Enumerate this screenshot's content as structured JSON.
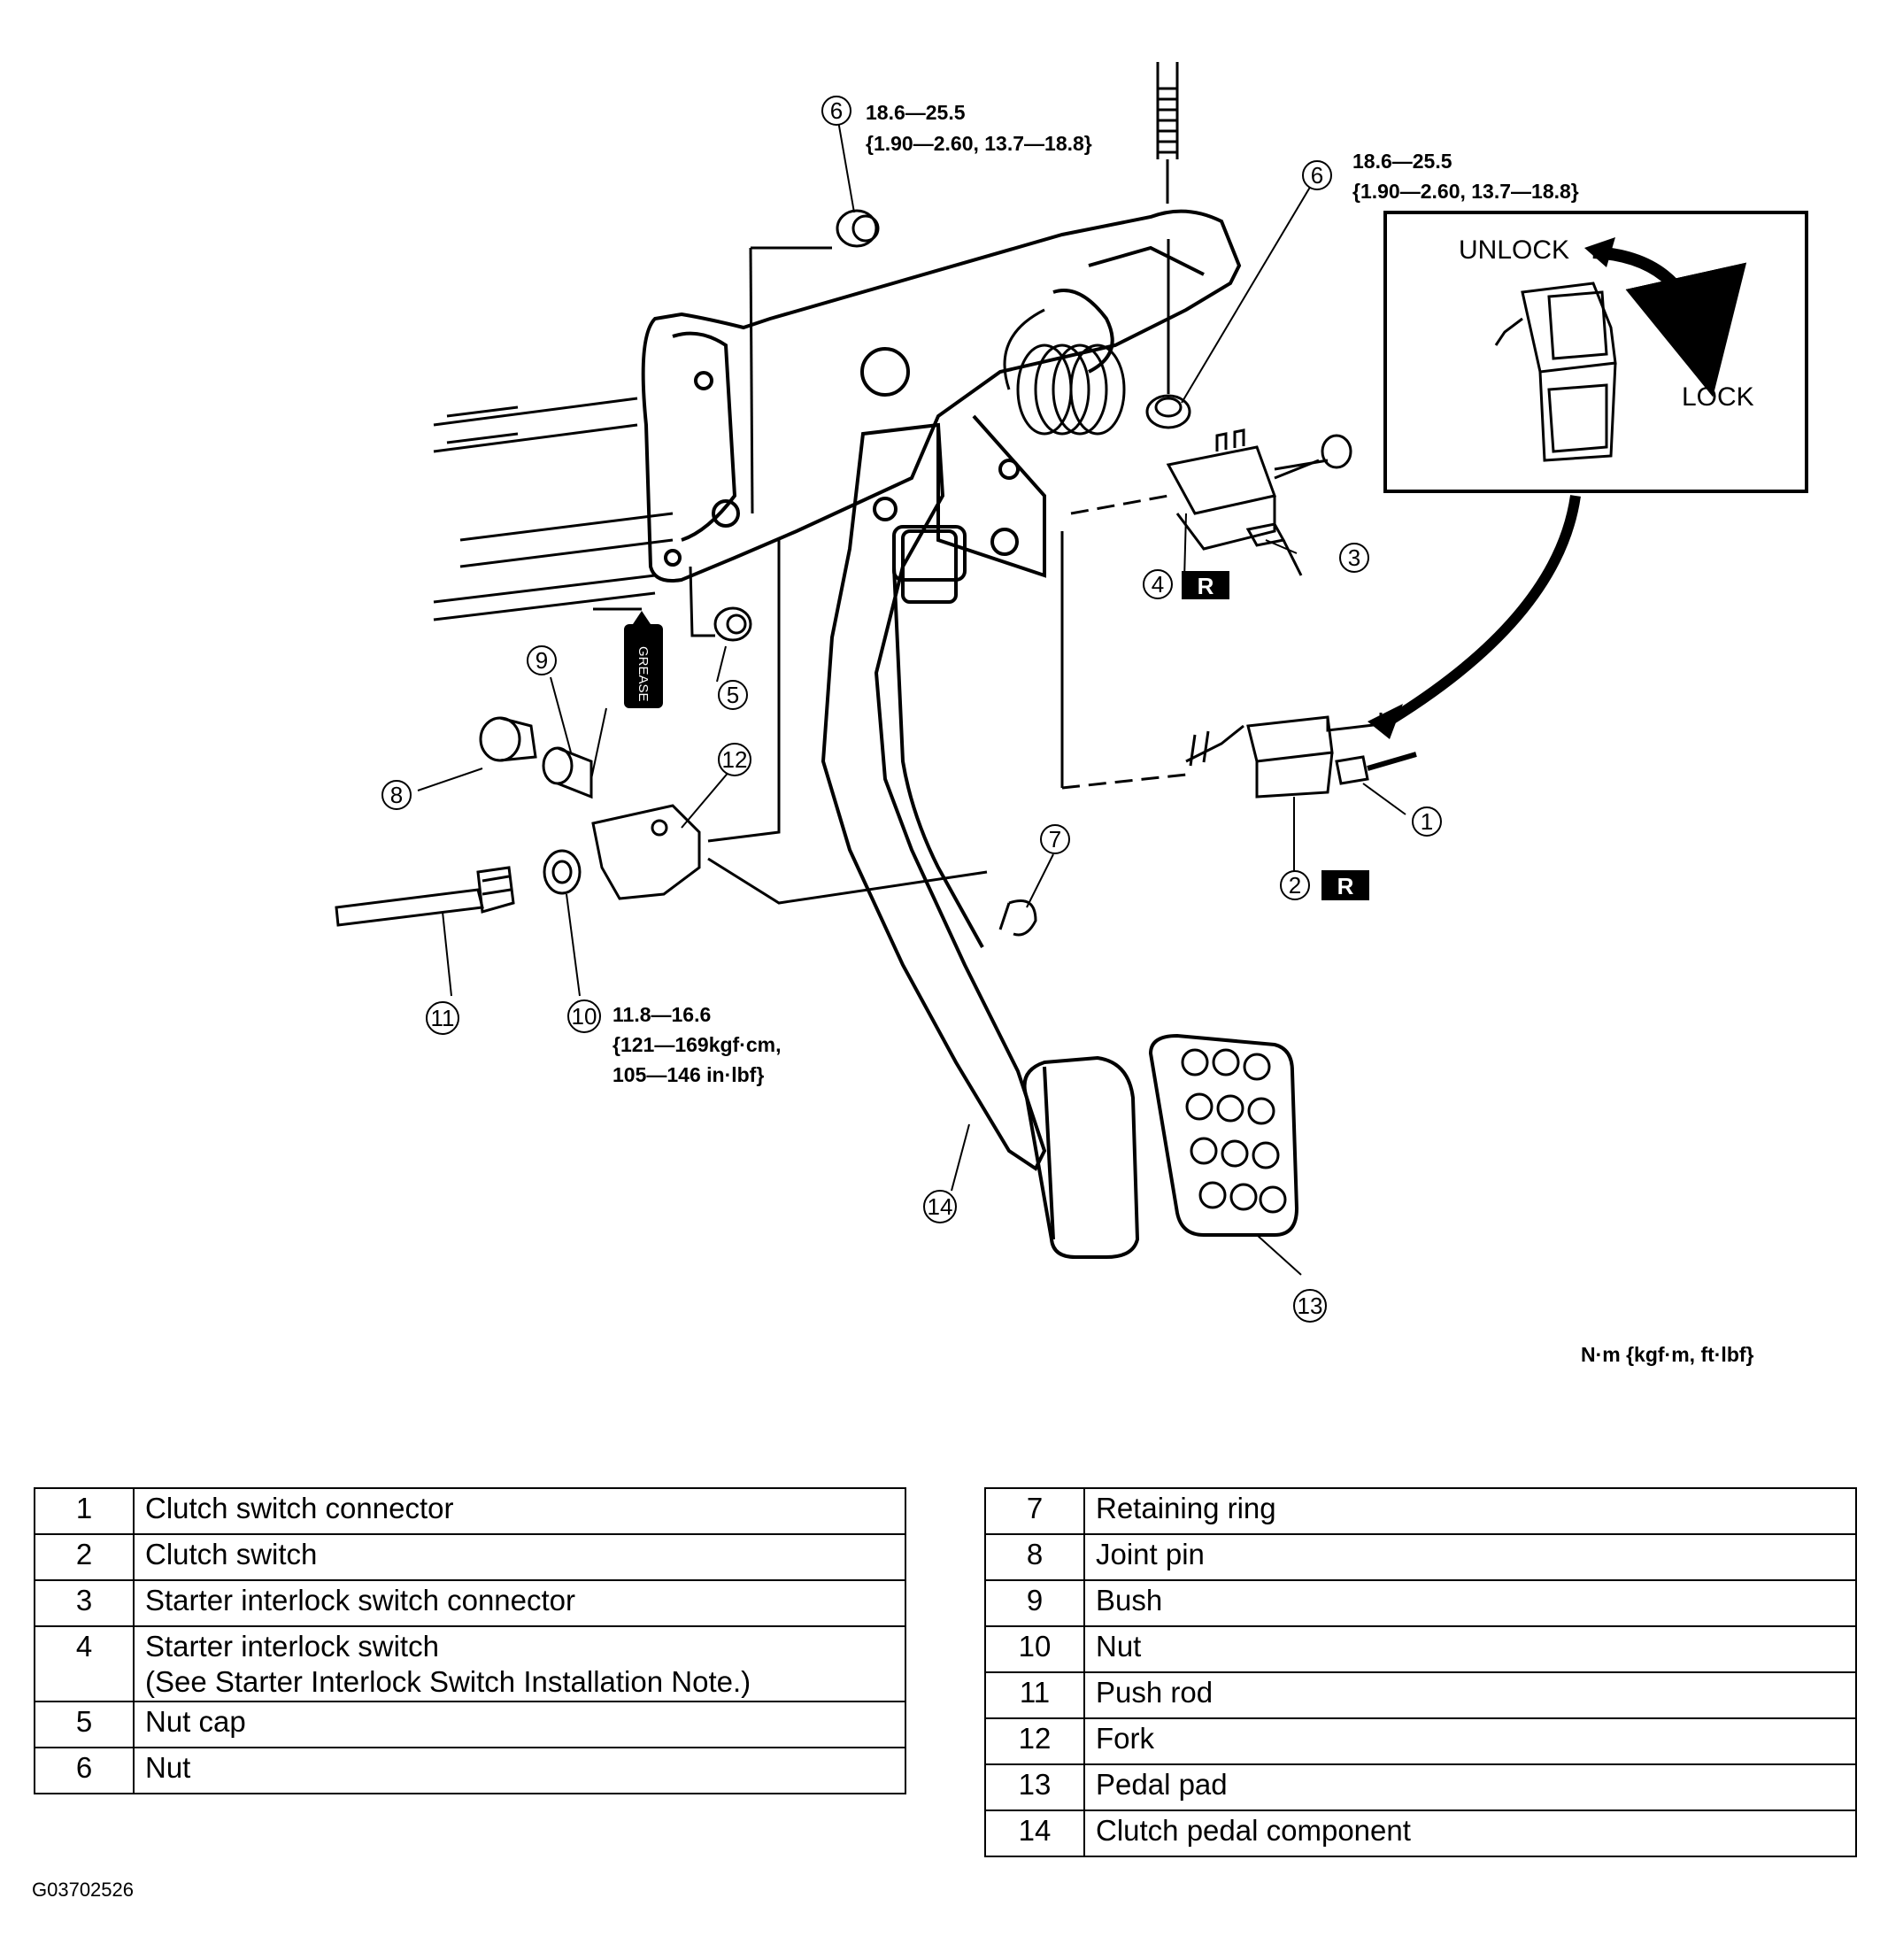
{
  "diagram": {
    "torque_specs": {
      "nut_6_top": {
        "line1": "18.6—25.5",
        "line2": "{1.90—2.60, 13.7—18.8}"
      },
      "nut_6_right": {
        "line1": "18.6—25.5",
        "line2": "{1.90—2.60, 13.7—18.8}"
      },
      "nut_10": {
        "line1": "11.8—16.6",
        "line2": "{121—169kgf·cm,",
        "line3": "105—146 in·lbf}"
      }
    },
    "units_note": "N·m  {kgf·m,  ft·lbf}",
    "inset": {
      "unlock": "UNLOCK",
      "lock": "LOCK"
    },
    "grease_label": "GREASE",
    "r_marker": "R",
    "callouts": [
      "1",
      "2",
      "3",
      "4",
      "5",
      "6",
      "6",
      "7",
      "8",
      "9",
      "10",
      "11",
      "12",
      "13",
      "14"
    ]
  },
  "legend_left": [
    {
      "num": "1",
      "desc": "Clutch switch connector"
    },
    {
      "num": "2",
      "desc": "Clutch switch"
    },
    {
      "num": "3",
      "desc": "Starter interlock switch connector"
    },
    {
      "num": "4",
      "desc": "Starter interlock switch",
      "note": "(See Starter Interlock Switch Installation Note.)"
    },
    {
      "num": "5",
      "desc": "Nut cap"
    },
    {
      "num": "6",
      "desc": "Nut"
    }
  ],
  "legend_right": [
    {
      "num": "7",
      "desc": "Retaining ring"
    },
    {
      "num": "8",
      "desc": "Joint pin"
    },
    {
      "num": "9",
      "desc": "Bush"
    },
    {
      "num": "10",
      "desc": "Nut"
    },
    {
      "num": "11",
      "desc": "Push rod"
    },
    {
      "num": "12",
      "desc": "Fork"
    },
    {
      "num": "13",
      "desc": "Pedal pad"
    },
    {
      "num": "14",
      "desc": "Clutch pedal component"
    }
  ],
  "figure_code": "G03702526"
}
